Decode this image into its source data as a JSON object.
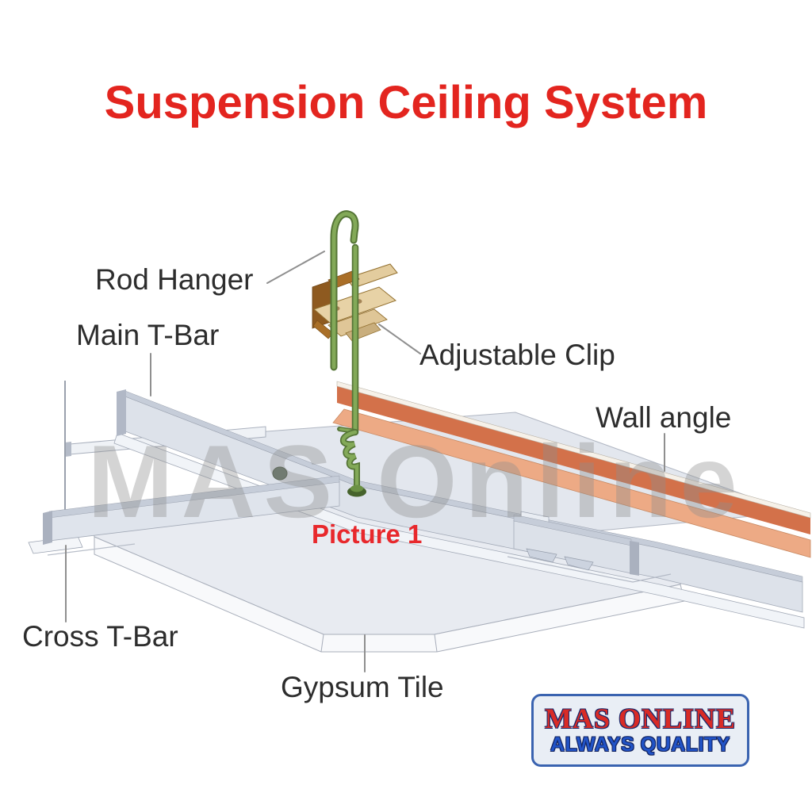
{
  "title": {
    "text": "Suspension Ceiling System",
    "color": "#e3251f"
  },
  "diagram": {
    "watermark": "MAS Online",
    "watermark_color": "#8f8f8f",
    "caption": {
      "text": "Picture 1",
      "color": "#e8282c"
    },
    "labels": [
      {
        "id": "rod-hanger",
        "text": "Rod Hanger"
      },
      {
        "id": "main-t-bar",
        "text": "Main T-Bar"
      },
      {
        "id": "adjustable-clip",
        "text": "Adjustable Clip"
      },
      {
        "id": "wall-angle",
        "text": "Wall angle"
      },
      {
        "id": "cross-t-bar",
        "text": "Cross T-Bar"
      },
      {
        "id": "gypsum-tile",
        "text": "Gypsum Tile"
      }
    ],
    "label_color": "#2d2d2d",
    "leader_line_color": "#8f8f8f",
    "part_colors": {
      "rod_green": "#6f974a",
      "rod_green_dark": "#4f7032",
      "clip_tan": "#e3cc9e",
      "clip_brown": "#8e5a20",
      "wall_angle_orange": "#d3714a",
      "wall_angle_flange": "#edaa85",
      "tile_gray": "#e8ebf1",
      "rail_gray": "#dde2ea"
    }
  },
  "logo": {
    "line1": "MAS ONLINE",
    "line2": "ALWAYS QUALITY",
    "line1_color": "#d92b26",
    "line2_color": "#2153c7",
    "border_color": "#3a63b0",
    "background": "#e9eef5"
  }
}
